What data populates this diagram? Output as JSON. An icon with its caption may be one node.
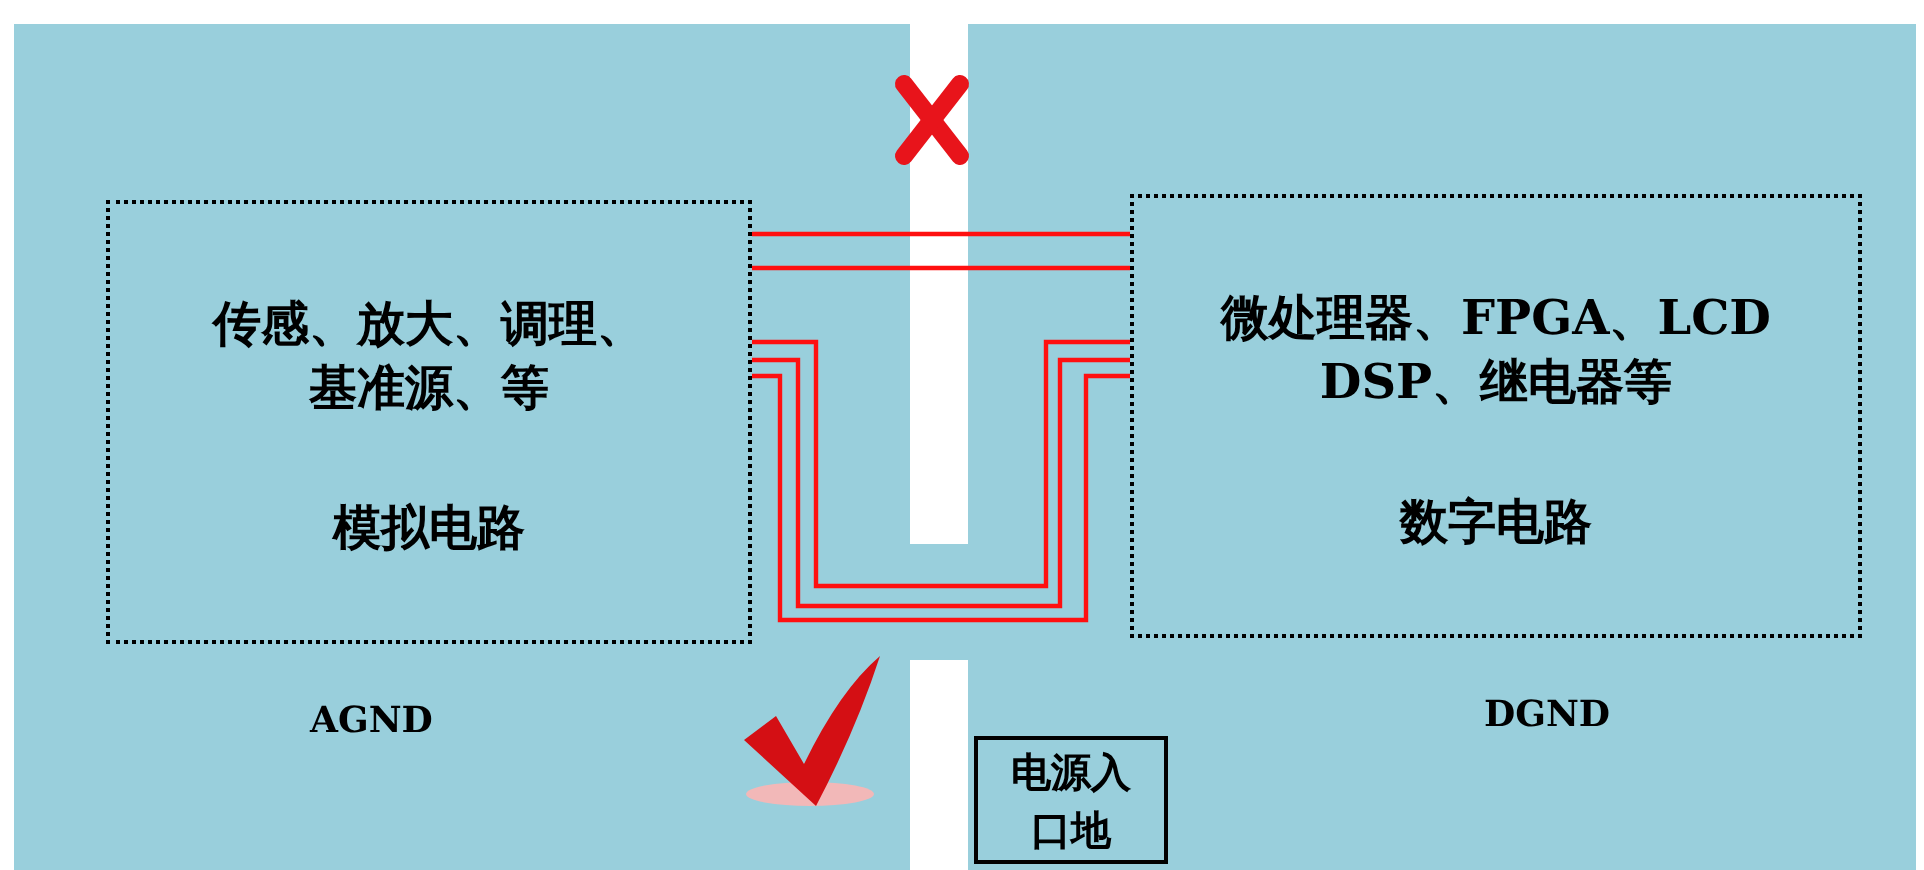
{
  "diagram": {
    "nodes": [
      {
        "text": [
          "传感、放大、调理、基准源、等",
          "模拟电路"
        ]
      },
      {
        "text": [
          "微处理器、FPGA、LCD DSP、继电器等",
          "数字电路"
        ]
      },
      {
        "text": [
          "电源入口地"
        ]
      }
    ],
    "edges": [
      {
        "from": 0,
        "to": 1,
        "arrow": "none"
      },
      {
        "from": 0,
        "to": 1,
        "arrow": "none"
      },
      {
        "from": 0,
        "to": 1,
        "arrow": "none"
      },
      {
        "from": 0,
        "to": 1,
        "arrow": "none"
      },
      {
        "from": 0,
        "to": 1,
        "arrow": "none"
      }
    ],
    "labels": [
      "AGND",
      "DGND"
    ]
  }
}
